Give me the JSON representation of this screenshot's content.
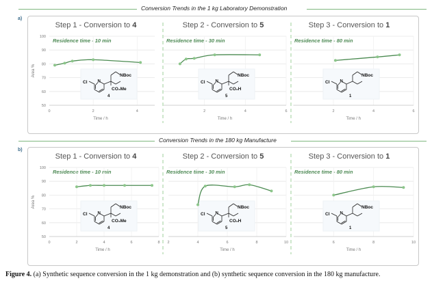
{
  "sections": [
    {
      "label": "a)",
      "header": "Conversion Trends in the 1 kg Laboratory Demonstration"
    },
    {
      "label": "b)",
      "header": "Conversion Trends in the 180 kg Manufacture"
    }
  ],
  "caption": {
    "figure_label": "Figure 4.",
    "text": " (a) Synthetic sequence conversion in the 1 kg demonstration and (b) synthetic sequence conversion in the 180 kg manufacture."
  },
  "colors": {
    "line": "#4a8a50",
    "marker": "#8cc68a",
    "separator": "#9ccf9a",
    "grid": "#e6e6e6"
  },
  "chart_data": [
    {
      "type": "line",
      "section": "a",
      "title": "Step 1 - Conversion to ",
      "compound": "4",
      "residence": "Residence time - 10 min",
      "xlabel": "Time / h",
      "ylabel": "Area %",
      "xlim": [
        0,
        4.8
      ],
      "ylim": [
        50,
        100
      ],
      "xticks": [
        0,
        2,
        4
      ],
      "yticks": [
        50,
        60,
        70,
        80,
        90,
        100
      ],
      "x": [
        0.25,
        0.7,
        1.05,
        2,
        4.15
      ],
      "y": [
        79,
        80.5,
        82,
        83,
        81
      ],
      "molecule": {
        "cl": "Cl",
        "n": "N",
        "nboc": "NBoc",
        "sub": "CO₂Me",
        "number": "4"
      }
    },
    {
      "type": "line",
      "section": "a",
      "title": "Step 2 - Conversion to ",
      "compound": "5",
      "residence": "Residence time - 30 min",
      "xlabel": "Time / h",
      "xlim": [
        0,
        6
      ],
      "ylim": [
        50,
        100
      ],
      "xticks": [
        2,
        4,
        6
      ],
      "x": [
        0.8,
        1.1,
        1.5,
        2.5,
        4.7
      ],
      "y": [
        80,
        83.5,
        84,
        86.5,
        86.5
      ],
      "molecule": {
        "cl": "Cl",
        "n": "N",
        "nboc": "NBoc",
        "sub": "CO₂H",
        "number": "5"
      }
    },
    {
      "type": "line",
      "section": "a",
      "title": "Step 3 - Conversion to ",
      "compound": "1",
      "residence": "Residence time - 80 min",
      "xlabel": "Time / h",
      "xlim": [
        0,
        6
      ],
      "ylim": [
        50,
        100
      ],
      "xticks": [
        2,
        4,
        6
      ],
      "x": [
        2.1,
        4.2,
        5.3
      ],
      "y": [
        82.5,
        85,
        86.5
      ],
      "molecule": {
        "cl": "Cl",
        "n": "N",
        "nboc": "NBoc",
        "number": "1"
      }
    },
    {
      "type": "line",
      "section": "b",
      "title": "Step 1 - Conversion to ",
      "compound": "4",
      "residence": "Residence time - 10 min",
      "xlabel": "Time / h",
      "ylabel": "Area %",
      "xlim": [
        0,
        8
      ],
      "ylim": [
        50,
        100
      ],
      "xticks": [
        0,
        2,
        4,
        6,
        8
      ],
      "yticks": [
        50,
        60,
        70,
        80,
        90,
        100
      ],
      "x": [
        2,
        3,
        4,
        5.5,
        7.5
      ],
      "y": [
        86,
        87,
        87,
        87,
        87
      ],
      "molecule": {
        "cl": "Cl",
        "n": "N",
        "nboc": "NBoc",
        "sub": "CO₂Me",
        "number": "4"
      }
    },
    {
      "type": "line",
      "section": "b",
      "title": "Step 2 - Conversion to ",
      "compound": "5",
      "residence": "Residence time - 30 min",
      "xlabel": "Time / h",
      "xlim": [
        2,
        10
      ],
      "ylim": [
        50,
        100
      ],
      "xticks": [
        2,
        4,
        6,
        8,
        10
      ],
      "x": [
        4,
        4.5,
        6.5,
        7.5,
        9
      ],
      "y": [
        73,
        86.5,
        86,
        87.5,
        83
      ],
      "molecule": {
        "cl": "Cl",
        "n": "N",
        "nboc": "NBoc",
        "sub": "CO₂H",
        "number": "5"
      }
    },
    {
      "type": "line",
      "section": "b",
      "title": "Step 3 - Conversion to ",
      "compound": "1",
      "residence": "Residence time - 80 min",
      "xlabel": "Time / h",
      "xlim": [
        4,
        10
      ],
      "ylim": [
        50,
        100
      ],
      "xticks": [
        6,
        8,
        10
      ],
      "x": [
        6,
        8,
        9.5
      ],
      "y": [
        80,
        86,
        85.5
      ],
      "molecule": {
        "cl": "Cl",
        "n": "N",
        "nboc": "NBoc",
        "number": "1"
      }
    }
  ]
}
